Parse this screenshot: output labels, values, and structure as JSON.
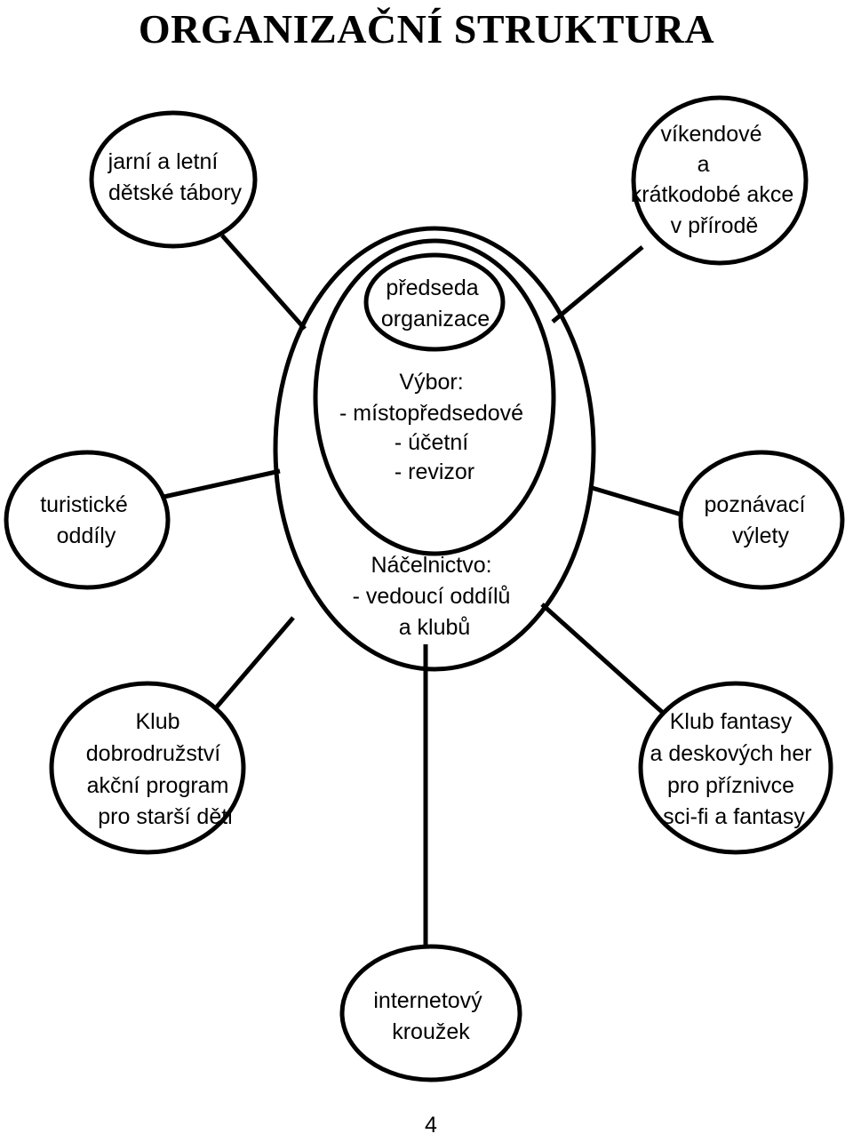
{
  "title": "ORGANIZAČNÍ STRUKTURA",
  "page_number": "4",
  "center": {
    "chair": [
      "předseda",
      "organizace"
    ],
    "committee": [
      "Výbor:",
      "- místopředsedové",
      "- účetní",
      "- revizor"
    ],
    "leadership": [
      "Náčelnictvo:",
      "- vedoucí oddílů",
      "a klubů"
    ]
  },
  "satellites": {
    "camps": [
      "jarní a letní",
      "dětské tábory"
    ],
    "weekend": [
      "víkendové",
      "a",
      "krátkodobé akce",
      "v přírodě"
    ],
    "tourist": [
      "turistické",
      "oddíly"
    ],
    "trips": [
      "poznávací",
      "výlety"
    ],
    "adventure": [
      "Klub",
      "dobrodružství",
      "akční program",
      "pro starší děti"
    ],
    "fantasy": [
      "Klub fantasy",
      "a deskových her",
      "pro příznivce",
      "sci-fi a fantasy"
    ],
    "internet": [
      "internetový",
      "kroužek"
    ]
  }
}
